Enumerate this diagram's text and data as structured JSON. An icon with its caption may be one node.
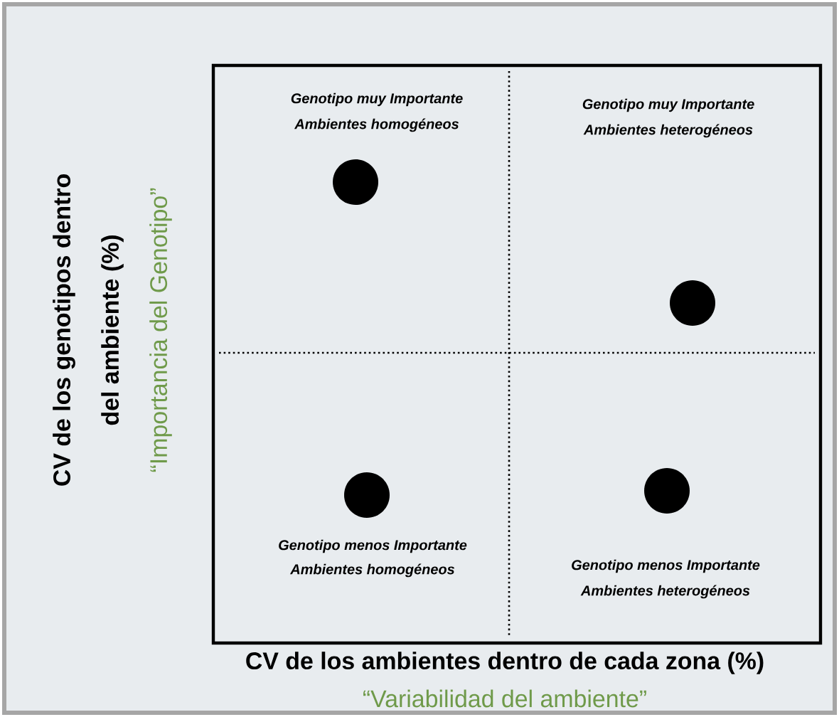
{
  "diagram": {
    "labels": [
      "CV de los genotipos dentro",
      "del ambiente (%)",
      "“Importancia del Genotipo”",
      "Genotipo muy Importante",
      "Ambientes homogéneos",
      "Genotipo muy Importante",
      "Ambientes heterogéneos",
      "Genotipo menos Importante",
      "Ambientes homogéneos",
      "Genotipo menos Importante",
      "Ambientes heterogéneos",
      "CV de los ambientes dentro de cada zona (%)",
      "“Variabilidad del ambiente”"
    ]
  }
}
